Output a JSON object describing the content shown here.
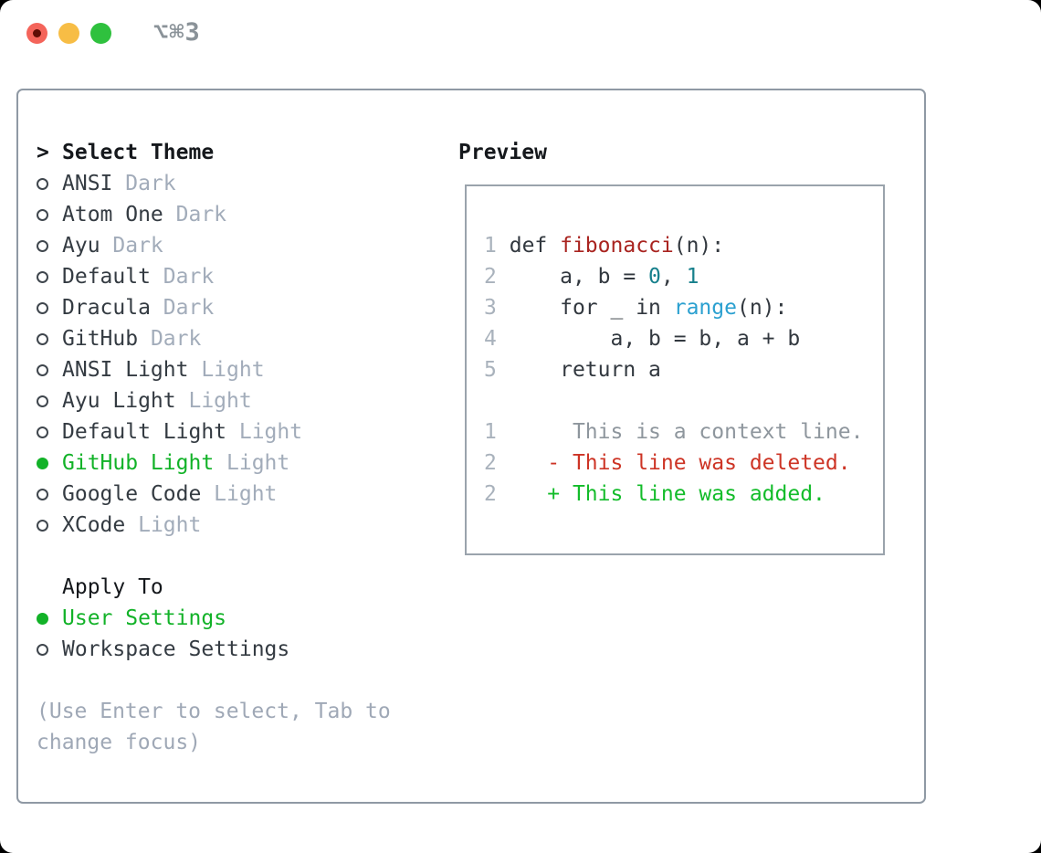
{
  "window": {
    "title": "⌥⌘3"
  },
  "colors": {
    "traffic_red": "#f4645a",
    "traffic_red_dot": "#5f0d05",
    "traffic_yellow": "#f7bd45",
    "traffic_green": "#2fc13e",
    "title_gray": "#8a9298",
    "panel_border": "#8f99a4",
    "preview_border": "#9aa3ac",
    "heading_text": "#15181c",
    "item_text": "#343b42",
    "variant_text": "#a2acba",
    "selected_green": "#12b228",
    "radio_ring": "#3f464d",
    "help_text": "#9fa8b6",
    "code_plain": "#32383f",
    "code_function": "#a92420",
    "code_number": "#17808c",
    "code_builtin": "#2ba0d0",
    "code_linenum": "#a9b2bc",
    "diff_context": "#8e969d",
    "diff_deleted": "#cd3425",
    "diff_added": "#13bc2a"
  },
  "theme_panel": {
    "header": "Select Theme",
    "cursor": ">",
    "items": [
      {
        "label": "ANSI",
        "variant": "Dark",
        "selected": false
      },
      {
        "label": "Atom One",
        "variant": "Dark",
        "selected": false
      },
      {
        "label": "Ayu",
        "variant": "Dark",
        "selected": false
      },
      {
        "label": "Default",
        "variant": "Dark",
        "selected": false
      },
      {
        "label": "Dracula",
        "variant": "Dark",
        "selected": false
      },
      {
        "label": "GitHub",
        "variant": "Dark",
        "selected": false
      },
      {
        "label": "ANSI Light",
        "variant": "Light",
        "selected": false
      },
      {
        "label": "Ayu Light",
        "variant": "Light",
        "selected": false
      },
      {
        "label": "Default Light",
        "variant": "Light",
        "selected": false
      },
      {
        "label": "GitHub Light",
        "variant": "Light",
        "selected": true
      },
      {
        "label": "Google Code",
        "variant": "Light",
        "selected": false
      },
      {
        "label": "XCode",
        "variant": "Light",
        "selected": false
      }
    ]
  },
  "apply_to": {
    "header": "Apply To",
    "options": [
      {
        "label": "User Settings",
        "selected": true
      },
      {
        "label": "Workspace Settings",
        "selected": false
      }
    ]
  },
  "help_lines": [
    "(Use Enter to select, Tab to",
    "change focus)"
  ],
  "preview": {
    "header": "Preview",
    "code_lines": [
      {
        "num": "1",
        "segments": [
          {
            "t": "def ",
            "c": "plain"
          },
          {
            "t": "fibonacci",
            "c": "function"
          },
          {
            "t": "(n):",
            "c": "plain"
          }
        ]
      },
      {
        "num": "2",
        "segments": [
          {
            "t": "    a, b = ",
            "c": "plain"
          },
          {
            "t": "0",
            "c": "number"
          },
          {
            "t": ", ",
            "c": "plain"
          },
          {
            "t": "1",
            "c": "number"
          }
        ]
      },
      {
        "num": "3",
        "segments": [
          {
            "t": "    for _ in ",
            "c": "plain"
          },
          {
            "t": "range",
            "c": "builtin"
          },
          {
            "t": "(n):",
            "c": "plain"
          }
        ]
      },
      {
        "num": "4",
        "segments": [
          {
            "t": "        a, b = b, a + b",
            "c": "plain"
          }
        ]
      },
      {
        "num": "5",
        "segments": [
          {
            "t": "    return a",
            "c": "plain"
          }
        ]
      },
      {
        "num": "",
        "segments": []
      },
      {
        "num": "1",
        "segments": [
          {
            "t": "     This is a context line.",
            "c": "context"
          }
        ]
      },
      {
        "num": "2",
        "segments": [
          {
            "t": "   - This line was deleted.",
            "c": "deleted"
          }
        ]
      },
      {
        "num": "2",
        "segments": [
          {
            "t": "   + This line was added.",
            "c": "added"
          }
        ]
      }
    ]
  }
}
